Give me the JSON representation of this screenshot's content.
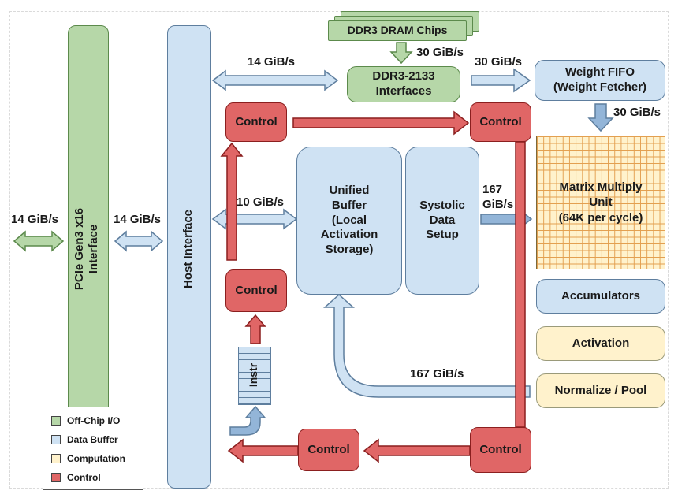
{
  "boxes": {
    "ddr3_chips": "DDR3 DRAM Chips",
    "ddr3_interfaces": "DDR3-2133\nInterfaces",
    "weight_fifo": "Weight FIFO\n(Weight Fetcher)",
    "pcie": "PCIe Gen3 x16\nInterface",
    "host_interface": "Host Interface",
    "control": "Control",
    "unified_buffer": "Unified\nBuffer\n(Local\nActivation\nStorage)",
    "systolic": "Systolic\nData\nSetup",
    "matrix": "Matrix Multiply\nUnit\n(64K per cycle)",
    "accumulators": "Accumulators",
    "activation": "Activation",
    "normalize": "Normalize / Pool",
    "instr": "Instr"
  },
  "bandwidth": {
    "pcie_left": "14 GiB/s",
    "pcie_host": "14 GiB/s",
    "host_ddr": "14 GiB/s",
    "chips_to_ddr": "30 GiB/s",
    "ddr_to_fifo": "30 GiB/s",
    "fifo_to_matrix": "30 GiB/s",
    "host_buffer": "10 GiB/s",
    "systolic_matrix": "167\nGiB/s",
    "normalize_buffer": "167 GiB/s"
  },
  "legend": [
    {
      "label": "Off-Chip I/O",
      "color": "#b6d7a8"
    },
    {
      "label": "Data Buffer",
      "color": "#cfe2f3"
    },
    {
      "label": "Computation",
      "color": "#fff2cc"
    },
    {
      "label": "Control",
      "color": "#e06666"
    }
  ],
  "colors": {
    "control_red": "#e06666",
    "buffer_blue": "#cfe2f3",
    "offchip_green": "#b6d7a8",
    "compute_yellow": "#fff2cc"
  }
}
